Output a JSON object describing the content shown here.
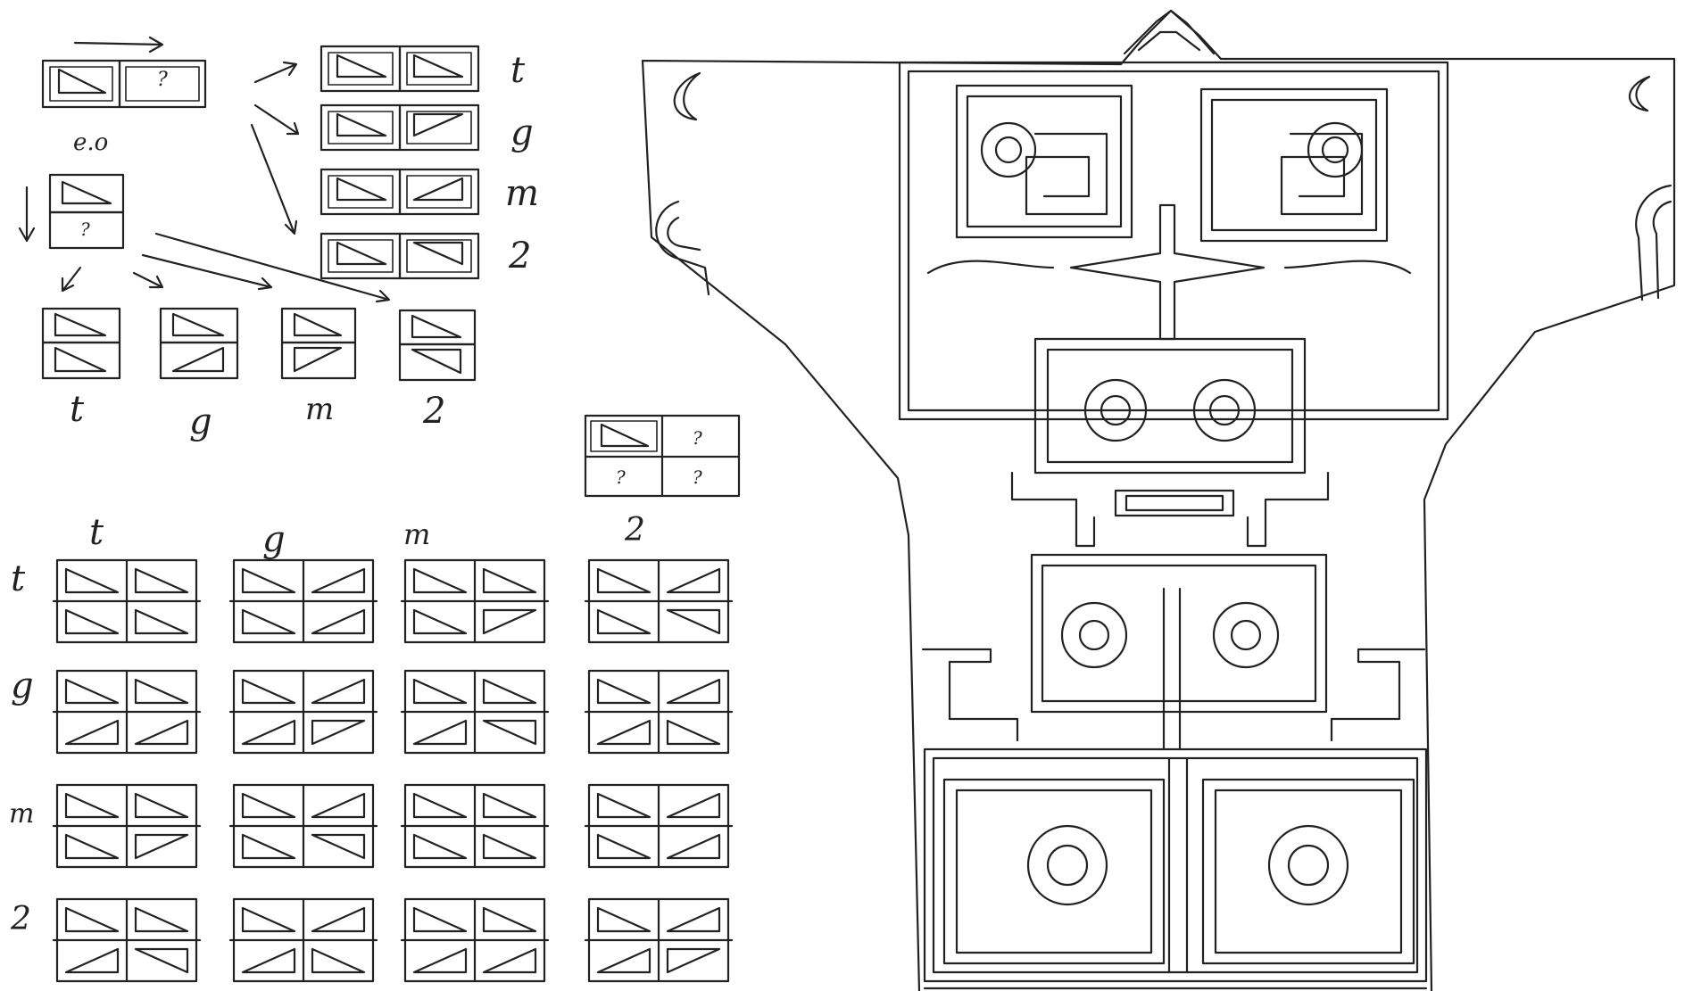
{
  "top_left": {
    "base_question": "?",
    "base_label": "e.o",
    "vertical_question": "?",
    "right_row_labels": [
      "t",
      "g",
      "m",
      "2"
    ],
    "bottom_row_labels": [
      "t",
      "g",
      "m",
      "2"
    ]
  },
  "two_by_two": {
    "questions": [
      "?",
      "?",
      "?"
    ]
  },
  "grid": {
    "column_labels": [
      "t",
      "g",
      "m",
      "2"
    ],
    "row_labels": [
      "t",
      "g",
      "m",
      "2"
    ]
  },
  "colors": {
    "ink": "#222222",
    "paper": "#ffffff"
  }
}
